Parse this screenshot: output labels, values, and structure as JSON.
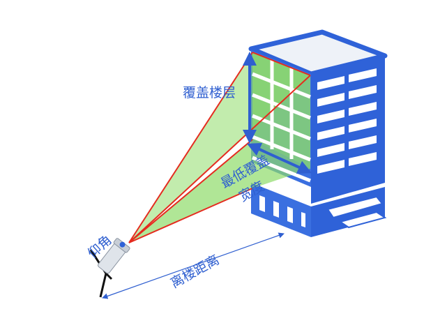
{
  "labels": {
    "coverage_floors": "覆盖楼层",
    "min_coverage_width_line1": "最低覆盖",
    "min_coverage_width_line2": "宽度",
    "elevation_angle": "仰角",
    "building_distance": "离楼距离"
  },
  "colors": {
    "building_blue": "#2f62d8",
    "building_face": "#3a6fe0",
    "window_white": "#ffffff",
    "cone_green": "#8fdc6a",
    "cone_outline": "#e52b1f",
    "arrow_blue": "#2f5fd0",
    "camera_body": "#dfe4ea"
  }
}
